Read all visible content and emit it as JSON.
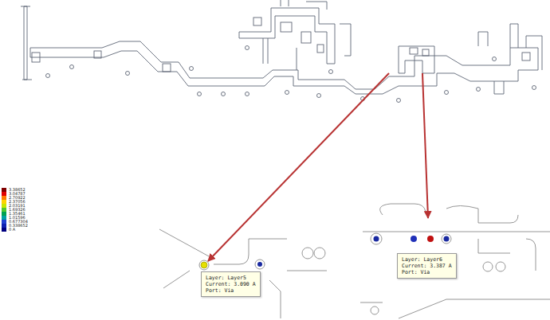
{
  "diagram": {
    "nodes": [
      {
        "text": [
          "Layer: Layer5",
          "Current: 3.090 A",
          "Port: Via"
        ]
      },
      {
        "text": [
          "Layer: Layer6",
          "Current: 3.387 A",
          "Port: Via"
        ]
      }
    ],
    "legend": [
      {
        "text": "3.38652",
        "color": "#800000"
      },
      {
        "text": "3.04787",
        "color": "#e00000"
      },
      {
        "text": "2.70922",
        "color": "#ff7a00"
      },
      {
        "text": "2.37056",
        "color": "#ffd200"
      },
      {
        "text": "2.03191",
        "color": "#c8e600"
      },
      {
        "text": "1.69326",
        "color": "#50c830"
      },
      {
        "text": "1.35461",
        "color": "#00a050"
      },
      {
        "text": "1.01596",
        "color": "#00a0a0"
      },
      {
        "text": "0.677304",
        "color": "#2040d0"
      },
      {
        "text": "0.338652",
        "color": "#1020b0"
      },
      {
        "text": "0 A",
        "color": "#000080"
      }
    ]
  }
}
